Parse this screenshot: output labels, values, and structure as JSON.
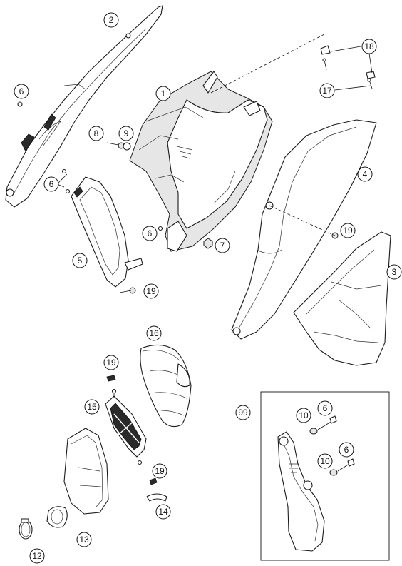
{
  "callouts": {
    "c1": "1",
    "c2": "2",
    "c3": "3",
    "c4": "4",
    "c5": "5",
    "c6a": "6",
    "c6b": "6",
    "c6c": "6",
    "c6d": "6",
    "c6e": "6",
    "c7": "7",
    "c8": "8",
    "c9": "9",
    "c10a": "10",
    "c10b": "10",
    "c12": "12",
    "c13": "13",
    "c14": "14",
    "c15": "15",
    "c16": "16",
    "c17": "17",
    "c18": "18",
    "c19a": "19",
    "c19b": "19",
    "c19c": "19",
    "c19d": "19",
    "c99": "99"
  }
}
